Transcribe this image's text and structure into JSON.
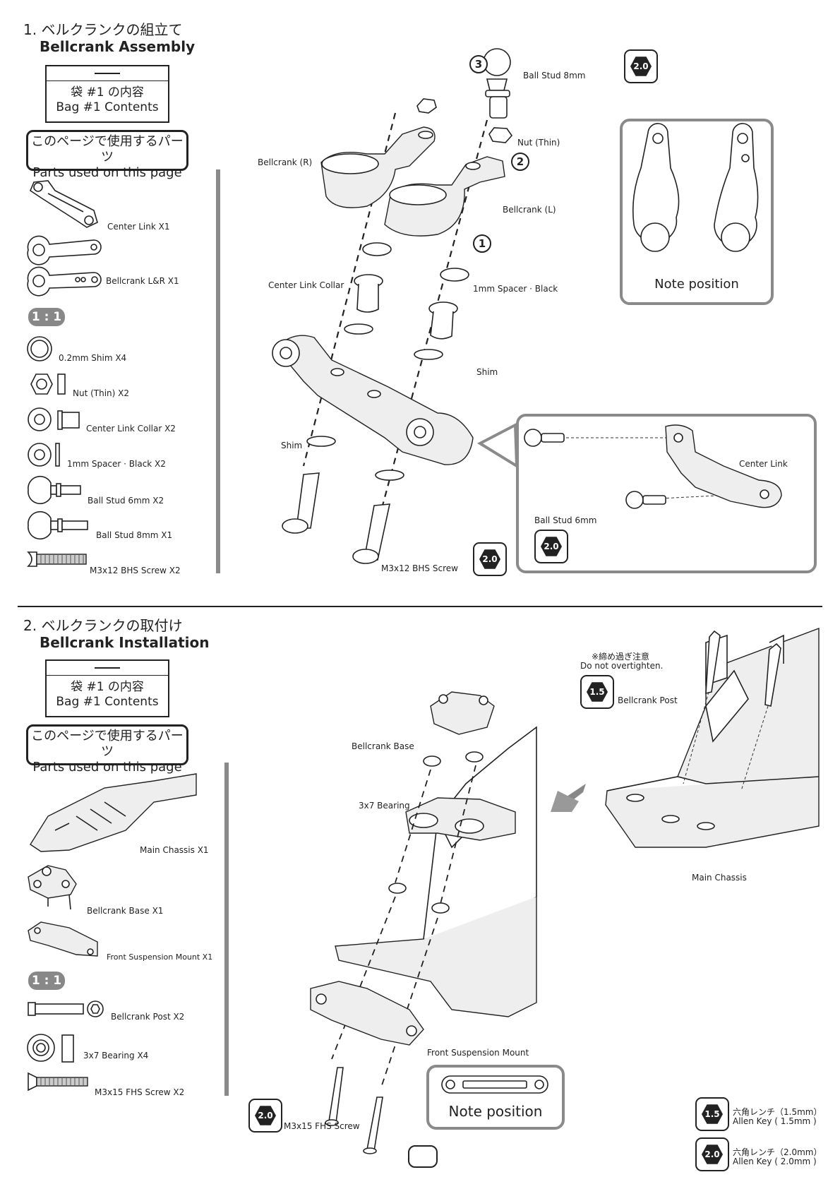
{
  "step1": {
    "title_jp": "1. ベルクランクの組立て",
    "title_en": "Bellcrank Assembly",
    "bag": {
      "dash": "―",
      "jp": "袋 #1 の内容",
      "en": "Bag #1 Contents"
    },
    "parts_header": {
      "jp": "このページで使用するパーツ",
      "en": "Parts used on this page"
    },
    "parts": [
      {
        "label": "Center Link X1"
      },
      {
        "label": "Bellcrank L&R X1"
      },
      {
        "label": "0.2mm Shim X4"
      },
      {
        "label": "Nut (Thin) X2"
      },
      {
        "label": "Center Link Collar X2"
      },
      {
        "label": "1mm Spacer · Black X2"
      },
      {
        "label": "Ball Stud 6mm X2"
      },
      {
        "label": "Ball Stud 8mm X1"
      },
      {
        "label": "M3x12 BHS Screw X2"
      }
    ],
    "ratio": "1 : 1",
    "diagram_labels": {
      "ball_stud_8": "Ball Stud 8mm",
      "nut_thin": "Nut (Thin)",
      "bellcrank_r": "Bellcrank (R)",
      "bellcrank_l": "Bellcrank (L)",
      "center_link_collar": "Center Link Collar",
      "spacer": "1mm Spacer · Black",
      "shim_right": "Shim",
      "shim_left": "Shim",
      "screw": "M3x12 BHS Screw",
      "center_link": "Center Link",
      "ball_stud_6": "Ball Stud 6mm"
    },
    "step_numbers": [
      "1",
      "2",
      "3"
    ],
    "tool_badge": "2.0",
    "note_position": "Note position"
  },
  "step2": {
    "title_jp": "2. ベルクランクの取付け",
    "title_en": "Bellcrank Installation",
    "bag": {
      "dash": "―",
      "jp": "袋 #1 の内容",
      "en": "Bag #1 Contents"
    },
    "parts_header": {
      "jp": "このページで使用するパーツ",
      "en": "Parts used on this page"
    },
    "parts": [
      {
        "label": "Main Chassis X1"
      },
      {
        "label": "Bellcrank Base X1"
      },
      {
        "label": "Front Suspension Mount  X1"
      },
      {
        "label": "Bellcrank Post X2"
      },
      {
        "label": "3x7 Bearing X4"
      },
      {
        "label": "M3x15 FHS Screw X2"
      }
    ],
    "ratio": "1 : 1",
    "diagram_labels": {
      "caution_jp": "※締め過ぎ注意",
      "caution_en": "Do not overtighten.",
      "bellcrank_post": "Bellcrank Post",
      "bellcrank_base": "Bellcrank Base",
      "bearing": "3x7 Bearing",
      "main_chassis": "Main Chassis",
      "front_susp_mount": "Front Suspension Mount",
      "screw": "M3x15 FHS Screw"
    },
    "tool_badge_small": "1.5",
    "tool_badge": "2.0",
    "note_position": "Note position",
    "tools": [
      {
        "badge": "1.5",
        "jp": "六角レンチ（1.5mm）",
        "en": "Allen Key ( 1.5mm )"
      },
      {
        "badge": "2.0",
        "jp": "六角レンチ（2.0mm）",
        "en": "Allen Key ( 2.0mm )"
      }
    ]
  },
  "page_number": ""
}
